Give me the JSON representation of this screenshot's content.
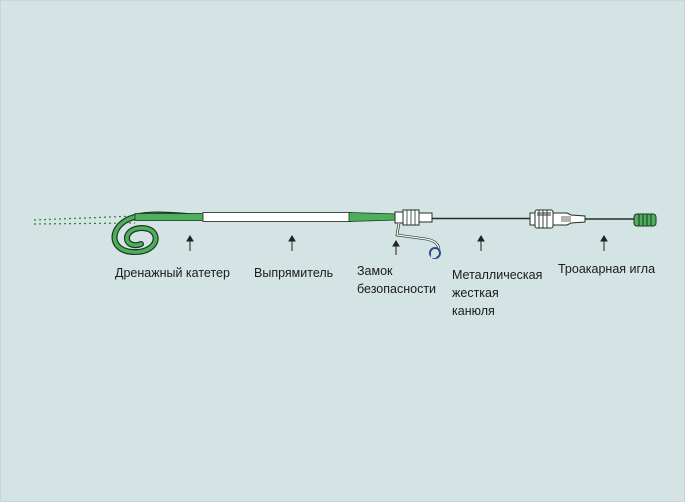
{
  "labels": {
    "drainage_catheter": "Дренажный катетер",
    "straightener": "Выпрямитель",
    "safety_lock_line1": "Замок",
    "safety_lock_line2": "безопасности",
    "metal_cannula_line1": "Металлическая",
    "metal_cannula_line2": "жесткая",
    "metal_cannula_line3": "канюля",
    "trocar_needle": "Троакарная игла"
  },
  "colors": {
    "background": "#d4e3e3",
    "catheter_green": "#4caf5a",
    "outline": "#1f3324",
    "arrow": "#222222"
  },
  "icons": [
    "pigtail-loop",
    "arrow-up",
    "safety-hook",
    "luer-hub",
    "needle-tip"
  ]
}
